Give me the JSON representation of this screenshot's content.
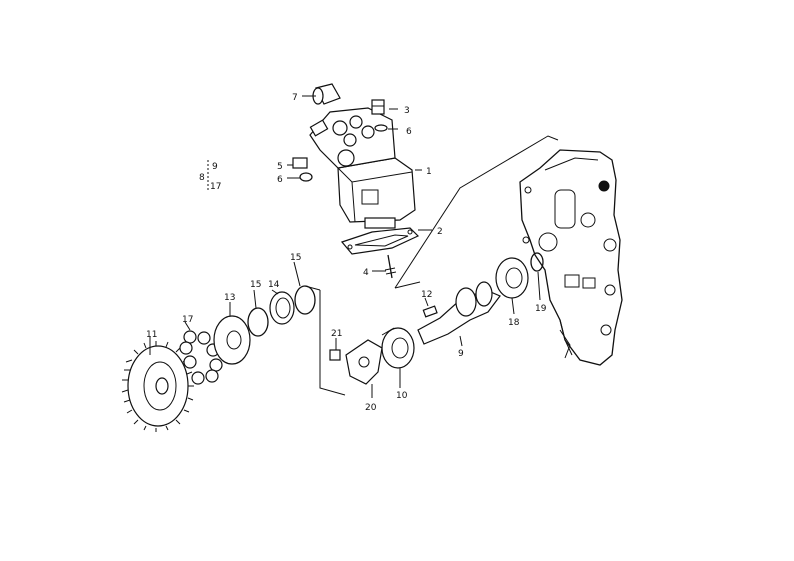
{
  "diagram": {
    "callouts": [
      {
        "id": "c1",
        "text": "1"
      },
      {
        "id": "c2",
        "text": "2"
      },
      {
        "id": "c3",
        "text": "3"
      },
      {
        "id": "c4",
        "text": "4"
      },
      {
        "id": "c5",
        "text": "5"
      },
      {
        "id": "c6a",
        "text": "6"
      },
      {
        "id": "c6b",
        "text": "6"
      },
      {
        "id": "c7",
        "text": "7"
      },
      {
        "id": "c8",
        "text": "8"
      },
      {
        "id": "c9a",
        "text": "9"
      },
      {
        "id": "c17a",
        "text": "17"
      },
      {
        "id": "c9b",
        "text": "9"
      },
      {
        "id": "c10",
        "text": "10"
      },
      {
        "id": "c11",
        "text": "11"
      },
      {
        "id": "c12",
        "text": "12"
      },
      {
        "id": "c13",
        "text": "13"
      },
      {
        "id": "c14",
        "text": "14"
      },
      {
        "id": "c15a",
        "text": "15"
      },
      {
        "id": "c15b",
        "text": "15"
      },
      {
        "id": "c17b",
        "text": "17"
      },
      {
        "id": "c18",
        "text": "18"
      },
      {
        "id": "c19",
        "text": "19"
      },
      {
        "id": "c20",
        "text": "20"
      },
      {
        "id": "c21",
        "text": "21"
      }
    ]
  }
}
